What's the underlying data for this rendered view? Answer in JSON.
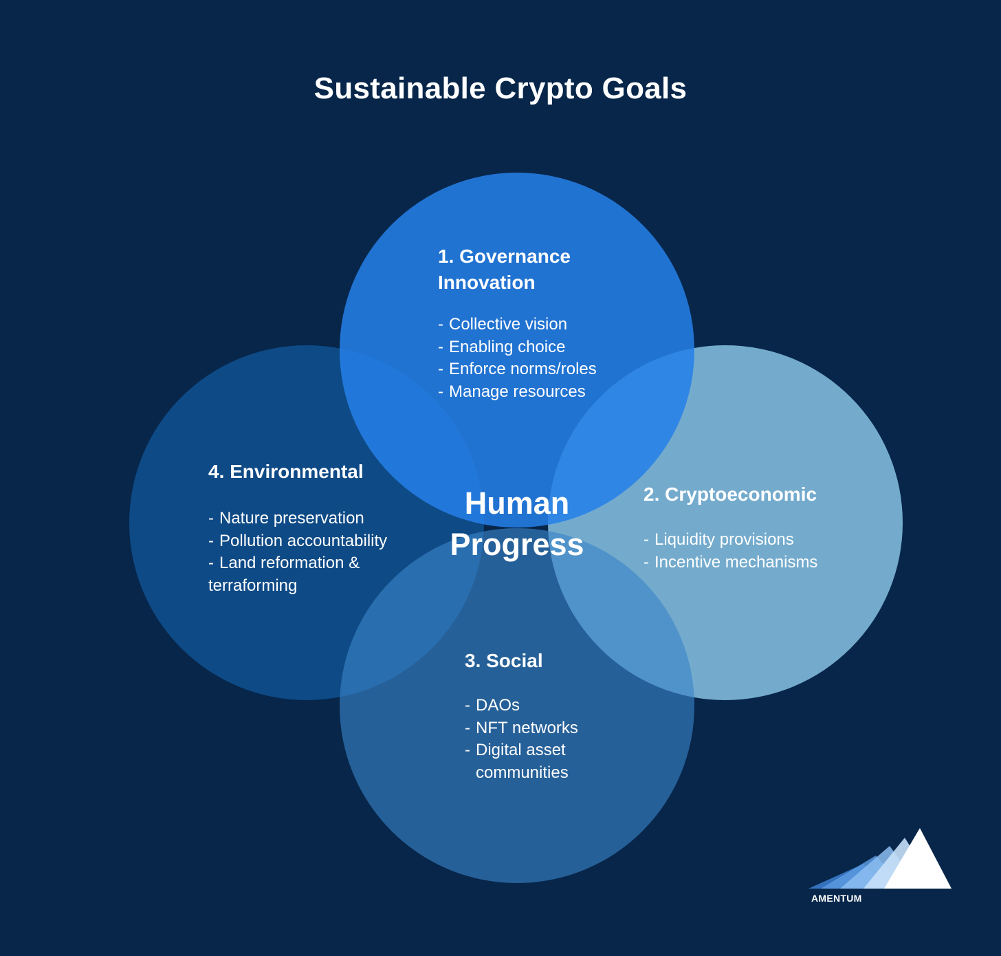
{
  "title": "Sustainable Crypto Goals",
  "center_label": {
    "line1": "Human",
    "line2": "Progress"
  },
  "nodes": {
    "governance": {
      "heading_line1": "1. Governance",
      "heading_line2": "Innovation",
      "items": [
        "Collective vision",
        "Enabling choice",
        "Enforce norms/roles",
        "Manage resources"
      ],
      "color": "#2377d6"
    },
    "cryptoeconomic": {
      "heading": "2. Cryptoeconomic",
      "items": [
        "Liquidity provisions",
        "Incentive mechanisms"
      ],
      "color": "#74abcd"
    },
    "social": {
      "heading": "3. Social",
      "items": [
        "DAOs",
        "NFT networks",
        "Digital asset",
        "communities"
      ],
      "color": "#2465a4"
    },
    "environmental": {
      "heading": "4. Environmental",
      "items": [
        "Nature preservation",
        "Pollution accountability",
        "Land reformation &",
        "terraforming"
      ],
      "color": "#0e4a86"
    }
  },
  "background_color": "#07264a",
  "logo": {
    "text": "AMENTUM",
    "icon": "mountain-logo-icon"
  }
}
